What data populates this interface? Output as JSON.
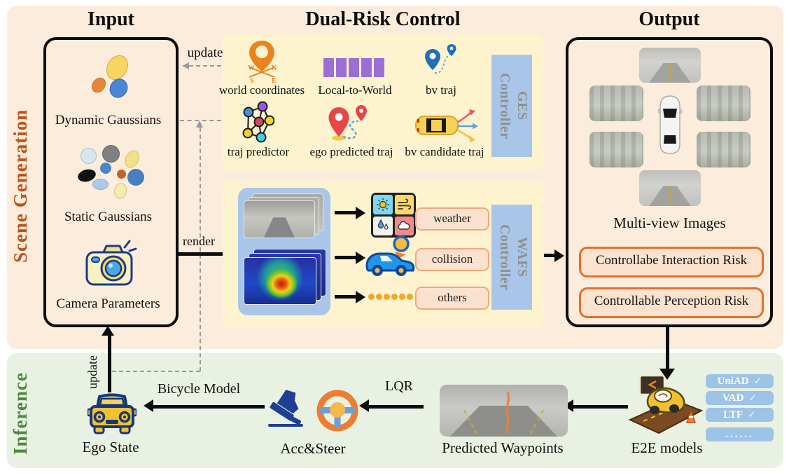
{
  "side_labels": {
    "scene_generation": "Scene Generation",
    "inference": "Inference"
  },
  "headers": {
    "input": "Input",
    "dual_risk": "Dual-Risk Control",
    "output": "Output"
  },
  "input_box": {
    "dynamic_label": "Dynamic Gaussians",
    "static_label": "Static Gaussians",
    "camera_label": "Camera Parameters"
  },
  "ges": {
    "controller": {
      "line1": "GES",
      "line2": "Controller"
    },
    "world_coordinates": "world coordinates",
    "compass": {
      "w": "W",
      "n": "N",
      "s": "S",
      "e": "E"
    },
    "local_to_world": "Local-to-World",
    "bv_traj": "bv traj",
    "traj_predictor": "traj predictor",
    "ego_predicted_traj": "ego predicted traj",
    "bv_candidate_traj": "bv candidate traj"
  },
  "wafs": {
    "controller": {
      "line1": "WAFS",
      "line2": "Controller"
    },
    "tags": [
      {
        "label": "weather"
      },
      {
        "label": "collision"
      },
      {
        "label": "others"
      }
    ]
  },
  "arrow_labels": {
    "update_top": "update",
    "render": "render",
    "update_bottom": "update",
    "bicycle_model": "Bicycle Model",
    "lqr": "LQR"
  },
  "output_box": {
    "multiview_label": "Multi-view Images",
    "risk_boxes": [
      {
        "label": "Controllabe Interaction Risk"
      },
      {
        "label": "Controllable Perception Risk"
      }
    ]
  },
  "inference": {
    "ego_state": "Ego State",
    "acc_steer": "Acc&Steer",
    "predicted_waypoints": "Predicted Waypoints",
    "e2e_models": "E2E models",
    "badges": [
      {
        "label": "UniAD",
        "check": "✓"
      },
      {
        "label": "VAD",
        "check": "✓"
      },
      {
        "label": "LTF",
        "check": "✓"
      },
      {
        "label": "......",
        "check": ""
      }
    ]
  },
  "colors": {
    "scene_bg": "#fcecdb",
    "inference_bg": "#e9f1e3",
    "panel_yellow": "#fdf3cf",
    "controller_blue": "#a9c6e8",
    "risk_border": "#e0722a",
    "scene_label": "#c0511a",
    "inference_label": "#4c8a3c",
    "badge_blue": "#9dc3e6",
    "dashed_gray": "#9a9a9a",
    "purple": "#9d6fd6",
    "pin_orange": "#e8831d"
  }
}
